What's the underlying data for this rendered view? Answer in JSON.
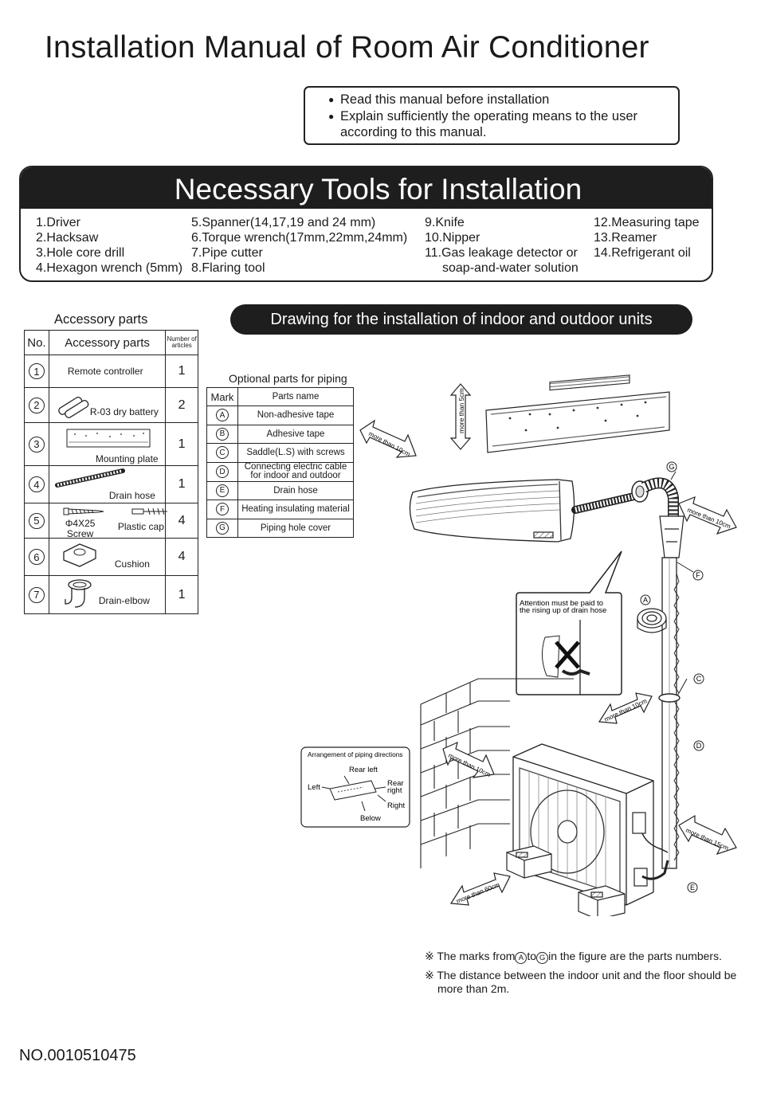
{
  "title": "Installation Manual of Room Air Conditioner",
  "notes": [
    "Read this manual before installation",
    "Explain sufficiently the operating means to the user",
    "according to this manual."
  ],
  "tools": {
    "heading": "Necessary Tools for Installation",
    "col1": [
      "1.Driver",
      "2.Hacksaw",
      "3.Hole core drill",
      "4.Hexagon wrench (5mm)"
    ],
    "col2": [
      "5.Spanner(14,17,19 and 24 mm)",
      "6.Torque wrench(17mm,22mm,24mm)",
      "7.Pipe cutter",
      "8.Flaring tool"
    ],
    "col3": [
      "9.Knife",
      "10.Nipper",
      "11.Gas leakage detector or",
      "soap-and-water solution"
    ],
    "col4": [
      "12.Measuring tape",
      "13.Reamer",
      "14.Refrigerant  oil"
    ]
  },
  "accessory": {
    "caption": "Accessory parts",
    "headers": {
      "no": "No.",
      "name": "Accessory parts",
      "count": "Number of articles"
    },
    "rows": [
      {
        "no": "1",
        "name": "Remote controller",
        "count": "1"
      },
      {
        "no": "2",
        "name": "R-03 dry battery",
        "count": "2"
      },
      {
        "no": "3",
        "name": "Mounting plate",
        "count": "1"
      },
      {
        "no": "4",
        "name": "Drain hose",
        "count": "1"
      },
      {
        "no": "5",
        "name": "Φ4X25",
        "name2": "Screw",
        "name3": "Plastic cap",
        "count": "4"
      },
      {
        "no": "6",
        "name": "Cushion",
        "count": "4"
      },
      {
        "no": "7",
        "name": "Drain-elbow",
        "count": "1"
      }
    ]
  },
  "drawing_banner": "Drawing for the installation of indoor and outdoor units",
  "optional": {
    "caption": "Optional parts for piping",
    "headers": {
      "mark": "Mark",
      "name": "Parts name"
    },
    "rows": [
      {
        "mark": "A",
        "name": "Non-adhesive tape"
      },
      {
        "mark": "B",
        "name": "Adhesive tape"
      },
      {
        "mark": "C",
        "name": "Saddle(L.S) with screws"
      },
      {
        "mark": "D",
        "name": "Connecting electric cable",
        "name2": "for indoor and outdoor"
      },
      {
        "mark": "E",
        "name": "Drain hose"
      },
      {
        "mark": "F",
        "name": "Heating insulating material"
      },
      {
        "mark": "G",
        "name": "Piping hole cover"
      }
    ]
  },
  "diagram": {
    "more_than_5cm": "more than 5cm",
    "more_than_10cm": "more than 10cm",
    "more_than_15cm": "more than 15cm",
    "more_than_60cm": "more than 60cm",
    "attention": [
      "Attention must be paid to",
      "the rising up of drain hose"
    ],
    "arrangement_title": "Arrangement of piping directions",
    "dir_rear_left": "Rear left",
    "dir_left": "Left",
    "dir_rear_right_1": "Rear",
    "dir_rear_right_2": "right",
    "dir_right": "Right",
    "dir_below": "Below",
    "marks": {
      "A": "A",
      "C": "C",
      "D": "D",
      "E": "E",
      "F": "F",
      "G": "G"
    }
  },
  "footnotes": {
    "mark": "※",
    "n1_pre": "The marks from",
    "n1_a": "A",
    "n1_mid": "to",
    "n1_g": "G",
    "n1_post": "in the figure are the parts numbers.",
    "n2_line1": "The distance between the indoor unit and the floor should be",
    "n2_line2": "more than 2m."
  },
  "doc_number": "NO.0010510475"
}
